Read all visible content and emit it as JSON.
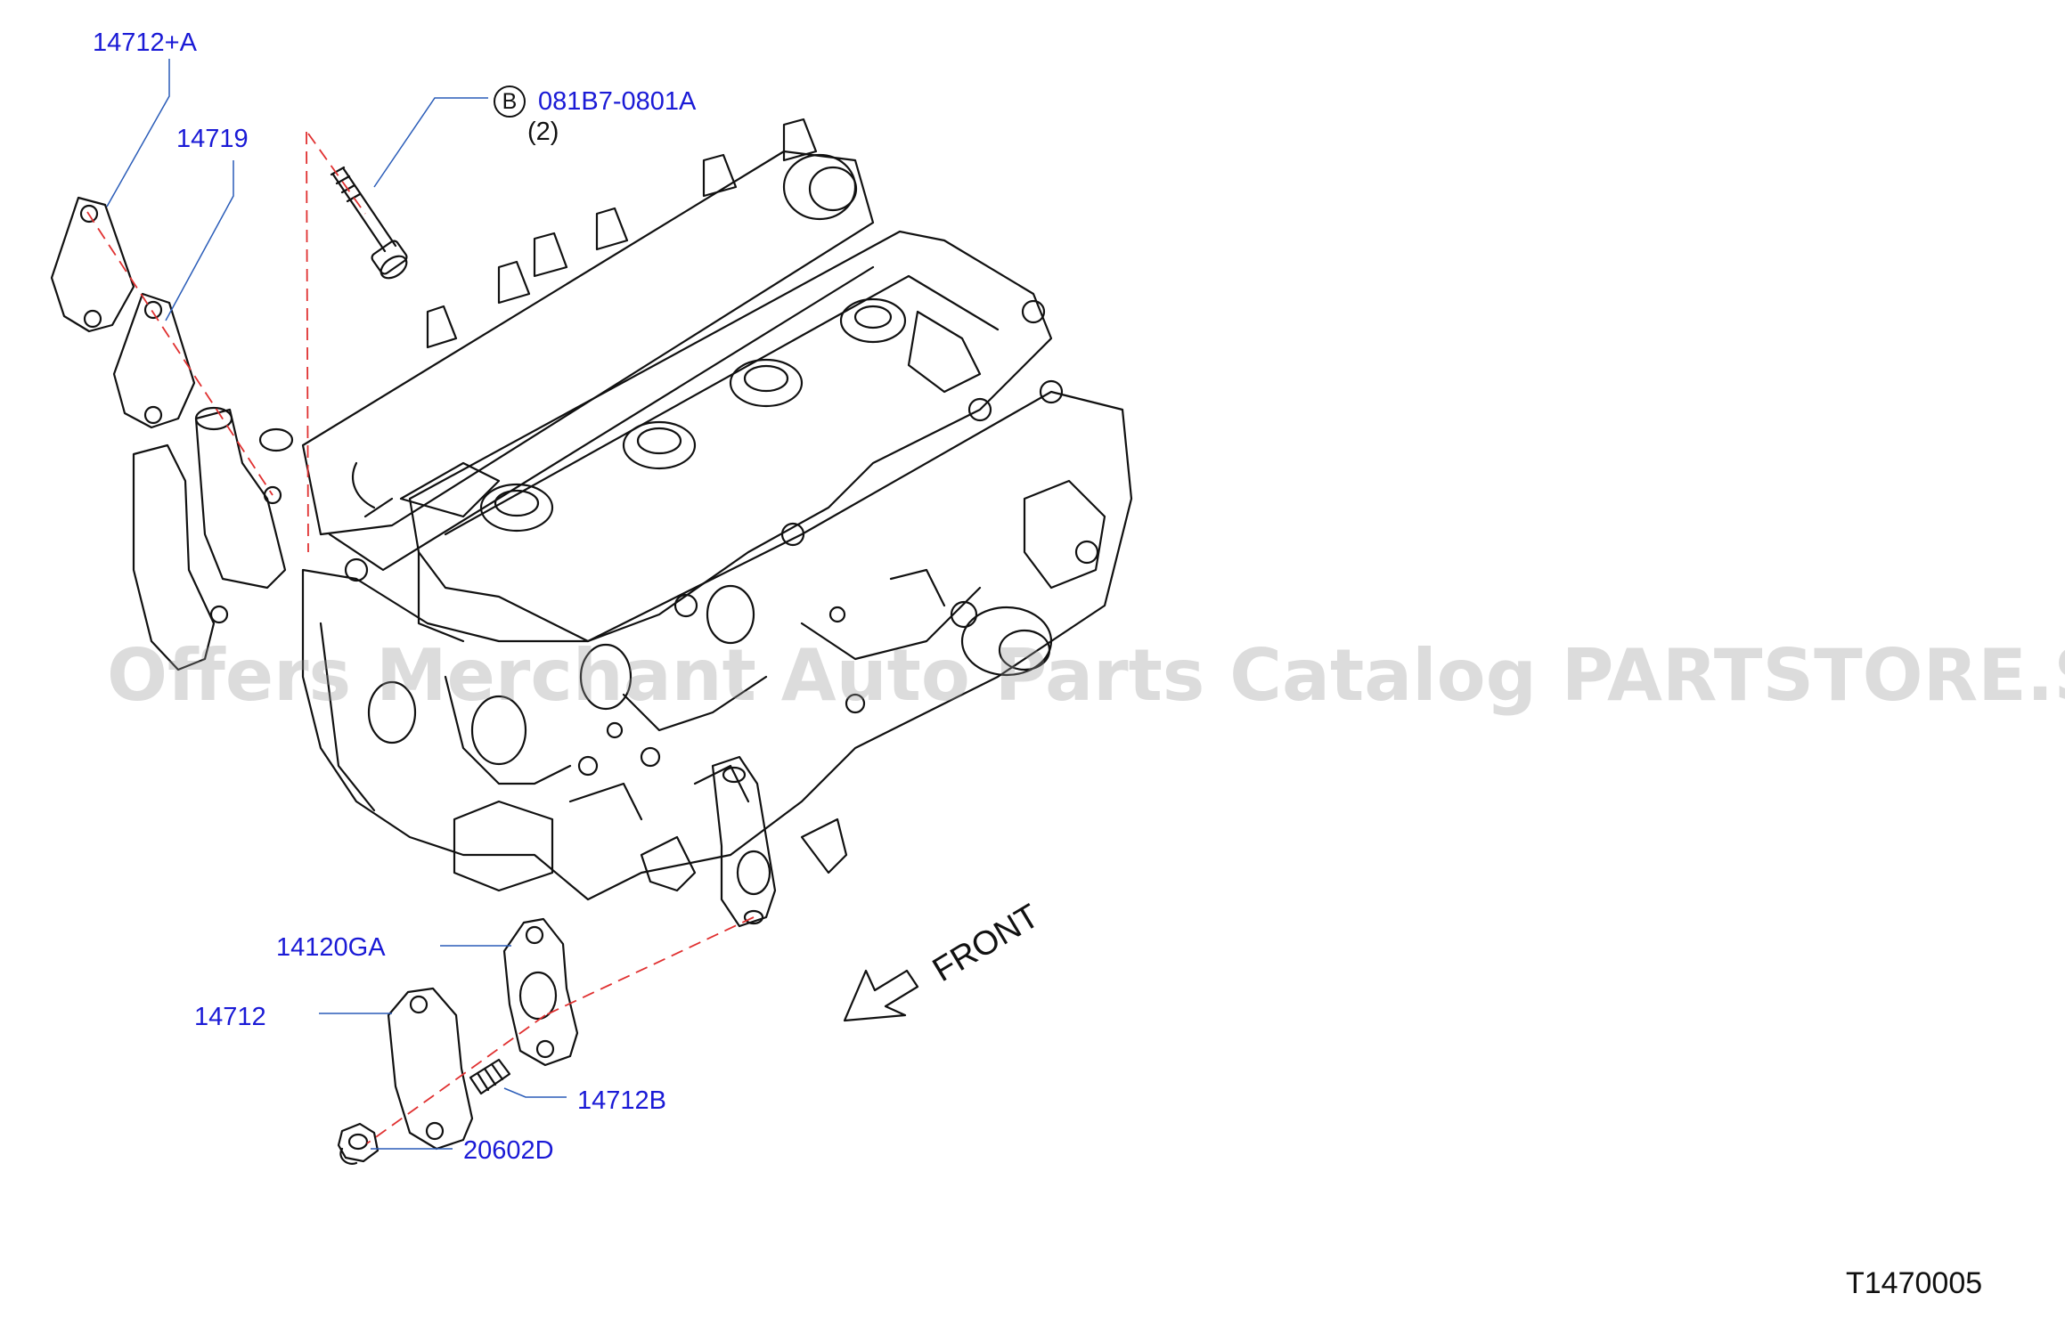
{
  "callouts": {
    "p14712A": "14712+A",
    "p14719": "14719",
    "bolt_badge": "B",
    "bolt_part": "081B7-0801A",
    "bolt_qty": "(2)",
    "p14120GA": "14120GA",
    "p14712": "14712",
    "p14712B": "14712B",
    "p20602D": "20602D"
  },
  "front_label": "FRONT",
  "figure_code": "T1470005",
  "watermark": "Offers Merchant Auto Parts Catalog PARTSTORE.SA",
  "colors": {
    "part_number": "#1a1ad6",
    "leader_line": "#2a5cb8",
    "dashed_axis": "#e03030",
    "line_art": "#111111",
    "watermark": "#969696"
  }
}
